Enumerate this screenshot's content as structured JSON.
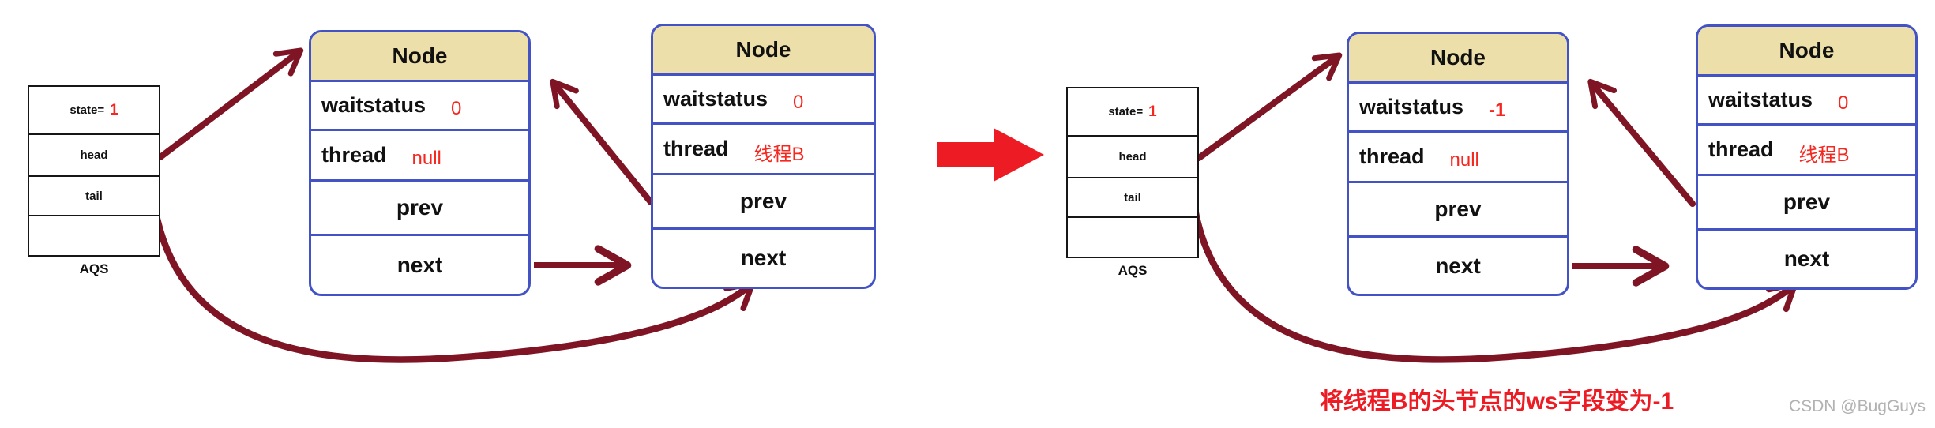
{
  "colors": {
    "node_border_blue": "#4353c6",
    "node_header_tan": "#ecdfa9",
    "arrow_maroon": "#7f1524",
    "transition_red": "#ed1c24",
    "value_red": "#f5271f",
    "watermark_gray": "#b2b2b2",
    "box_border_black": "#161616"
  },
  "left": {
    "aqs": {
      "state_label": "state=",
      "state_value": "1",
      "head_label": "head",
      "tail_label": "tail",
      "caption": "AQS"
    },
    "head_node": {
      "title": "Node",
      "waitstatus_label": "waitstatus",
      "waitstatus_value": "0",
      "thread_label": "thread",
      "thread_value": "null",
      "prev_label": "prev",
      "next_label": "next"
    },
    "tail_node": {
      "title": "Node",
      "waitstatus_label": "waitstatus",
      "waitstatus_value": "0",
      "thread_label": "thread",
      "thread_value": "线程B",
      "prev_label": "prev",
      "next_label": "next"
    }
  },
  "right": {
    "aqs": {
      "state_label": "state=",
      "state_value": "1",
      "head_label": "head",
      "tail_label": "tail",
      "caption": "AQS"
    },
    "head_node": {
      "title": "Node",
      "waitstatus_label": "waitstatus",
      "waitstatus_value": "-1",
      "thread_label": "thread",
      "thread_value": "null",
      "prev_label": "prev",
      "next_label": "next"
    },
    "tail_node": {
      "title": "Node",
      "waitstatus_label": "waitstatus",
      "waitstatus_value": "0",
      "thread_label": "thread",
      "thread_value": "线程B",
      "prev_label": "prev",
      "next_label": "next"
    }
  },
  "caption": "将线程B的头节点的ws字段变为-1",
  "watermark": "CSDN @BugGuys"
}
